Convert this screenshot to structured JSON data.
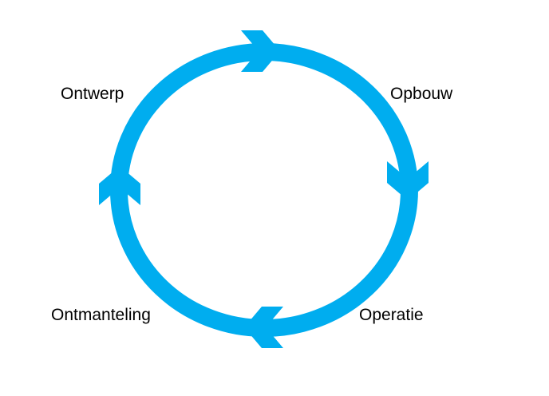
{
  "diagram": {
    "ring_color": "#00adef",
    "stages": [
      {
        "label": "Ontwerp"
      },
      {
        "label": "Opbouw"
      },
      {
        "label": "Operatie"
      },
      {
        "label": "Ontmanteling"
      }
    ]
  }
}
